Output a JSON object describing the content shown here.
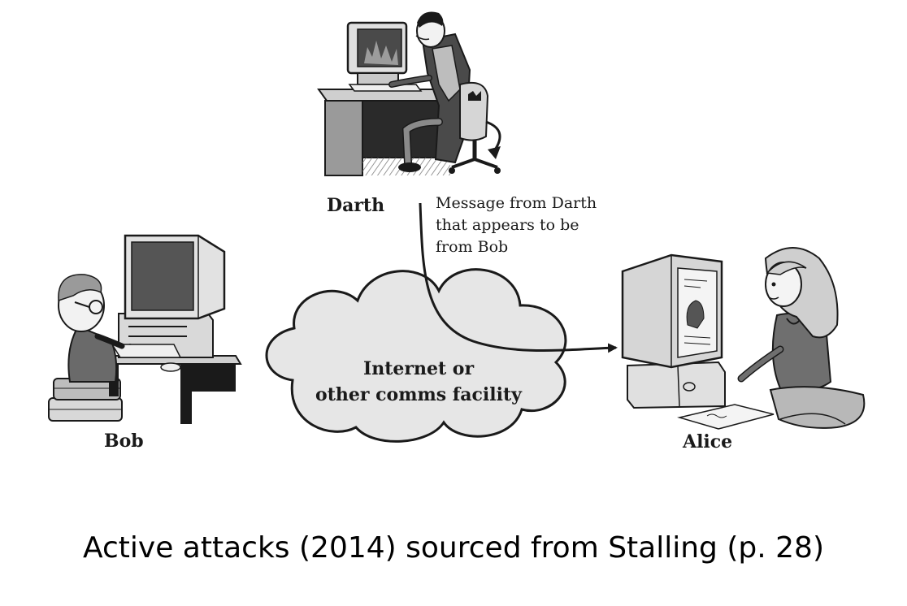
{
  "diagram": {
    "attacker": {
      "name": "Darth"
    },
    "sender": {
      "name": "Bob"
    },
    "receiver": {
      "name": "Alice"
    },
    "message_note": [
      "Message from Darth",
      "that appears to be",
      "from Bob"
    ],
    "network": [
      "Internet or",
      "other comms facility"
    ]
  },
  "caption": "Active attacks (2014) sourced from Stalling (p. 28)",
  "colors": {
    "ink": "#1a1a1a",
    "cloud_fill": "#e6e6e6",
    "screen_dark": "#555555",
    "device_gray": "#d9d9d9",
    "background": "#ffffff"
  }
}
